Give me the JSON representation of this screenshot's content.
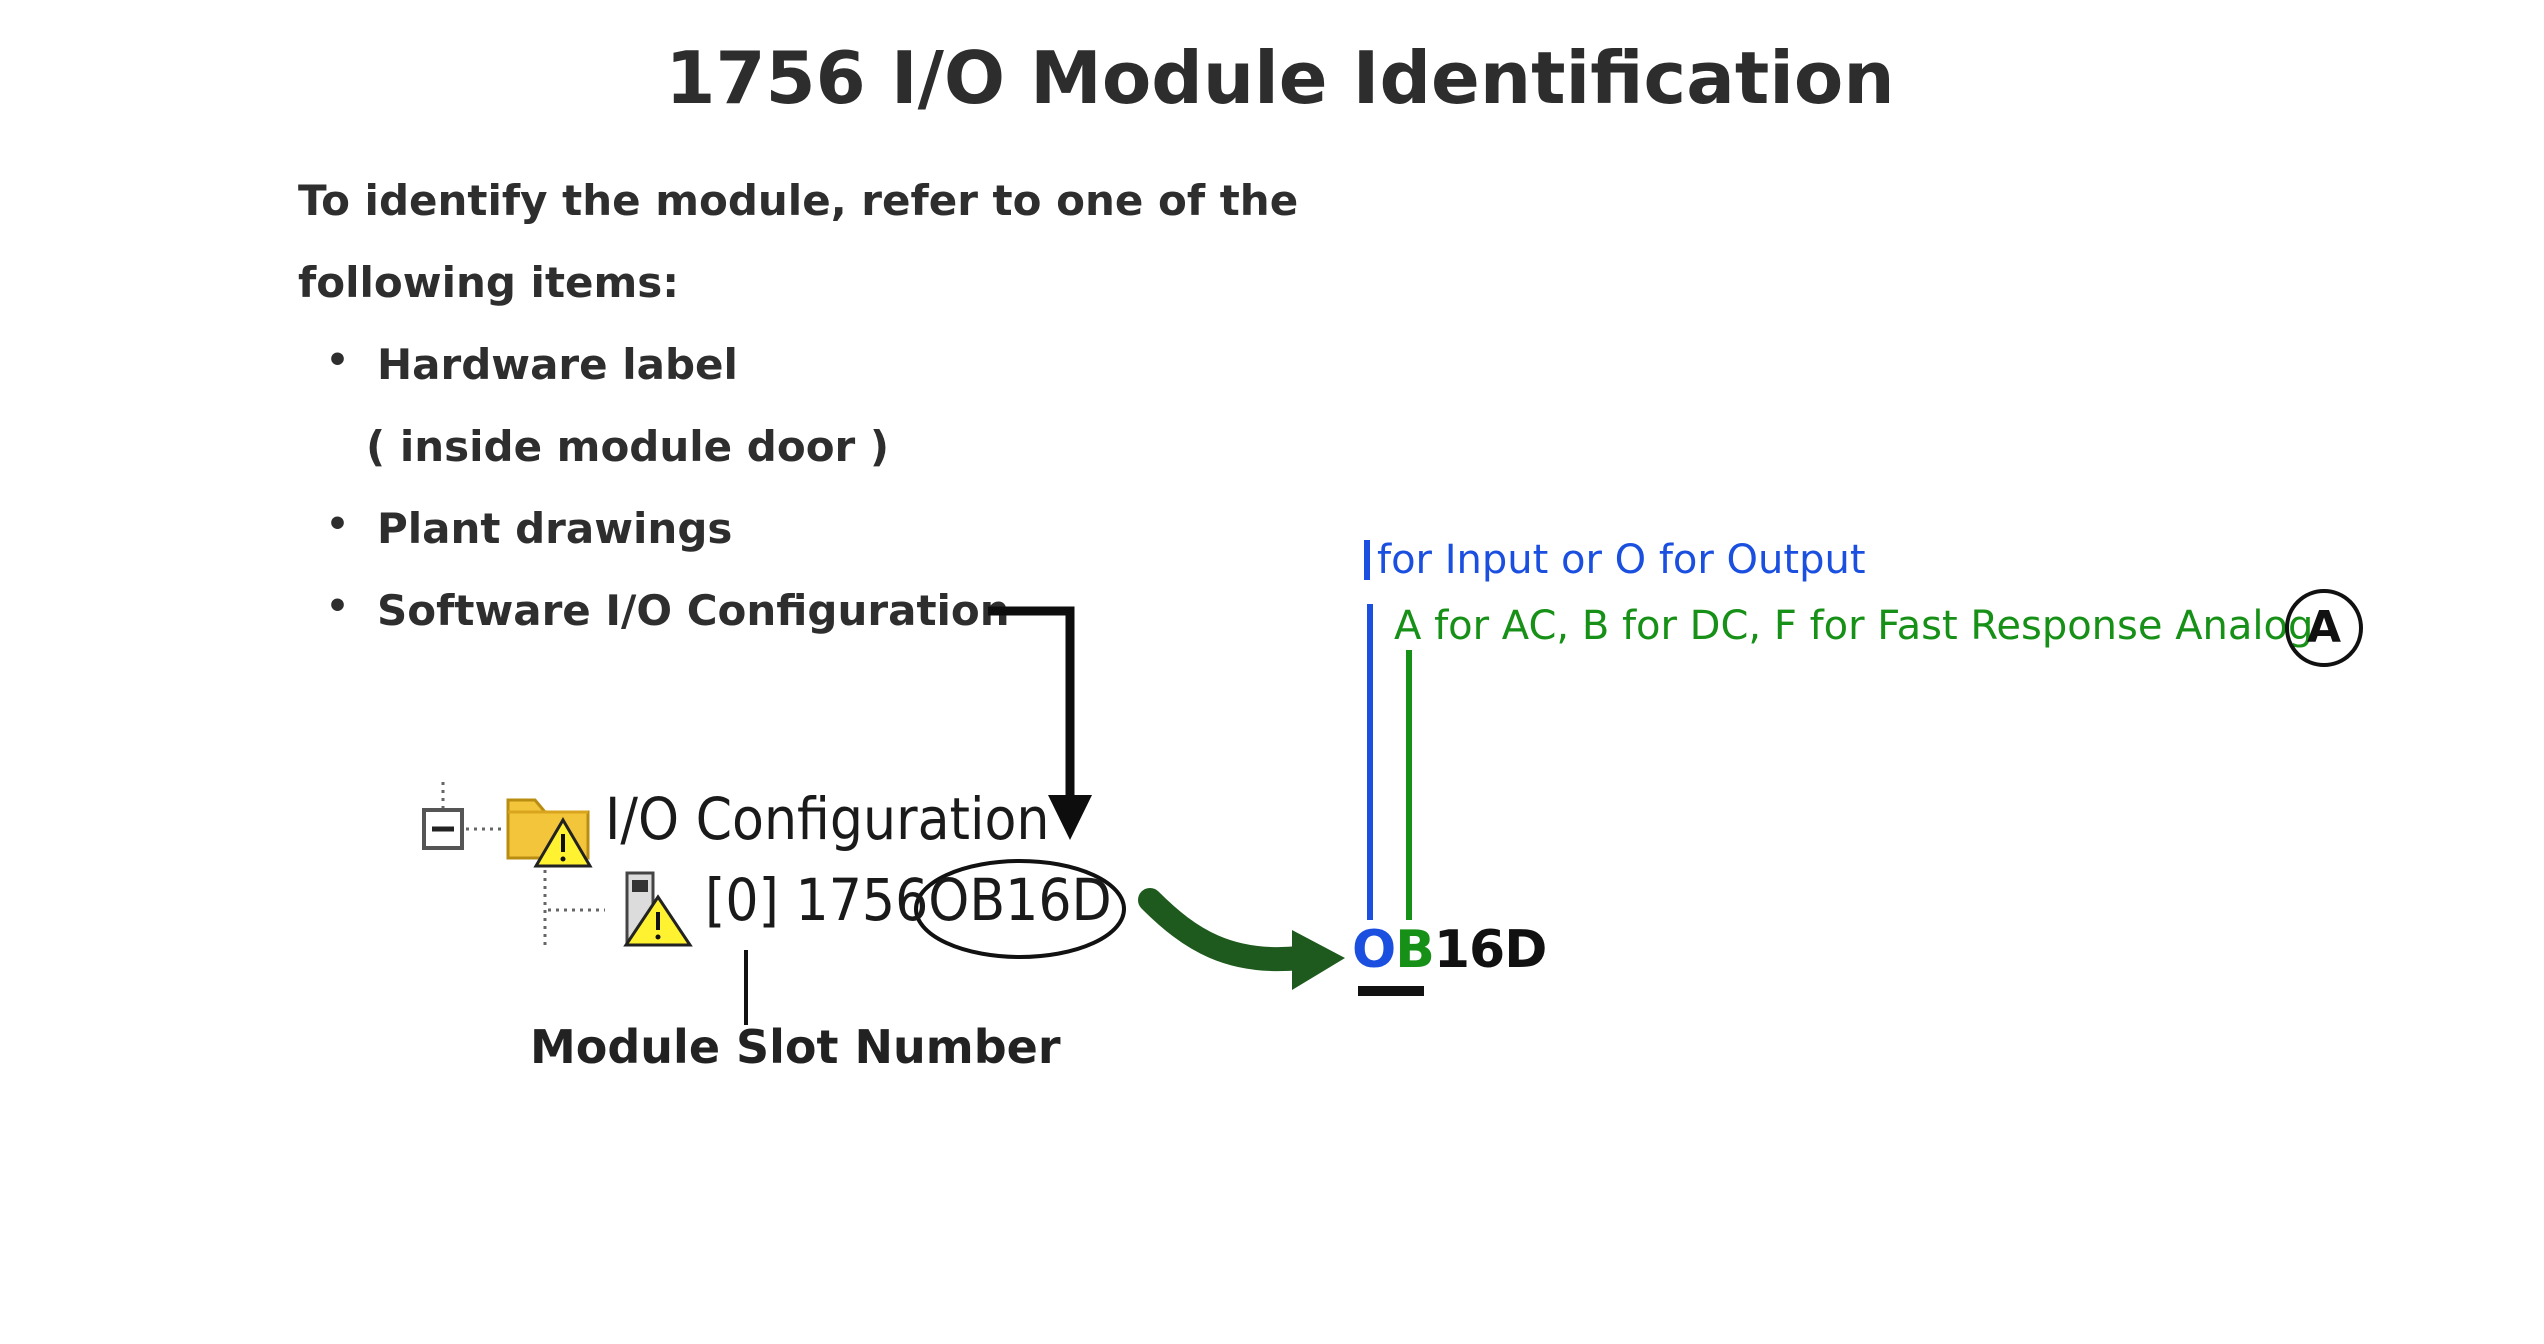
{
  "title": "1756 I/O Module Identification",
  "intro": {
    "line1": "To identify the module, refer to one of the",
    "line2": "following items:"
  },
  "bullets": [
    {
      "text": "Hardware label",
      "sub": "( inside module door )"
    },
    {
      "text": "Plant drawings"
    },
    {
      "text": "Software I/O Configuration"
    }
  ],
  "bullet_symbol": "•",
  "tree": {
    "root_label": "I/O Configuration",
    "module_slot": "[0]",
    "module_prefix": "1756",
    "module_code": "OB16D"
  },
  "slot_label": "Module Slot Number",
  "legend": {
    "io_text": "for Input or O for Output",
    "type_text": "A for AC, B for DC, F for Fast Response Analog",
    "callout": "A"
  },
  "code": {
    "o": "O",
    "b": "B",
    "rest": "16D"
  },
  "colors": {
    "input_output": "#1a4fe0",
    "type": "#179017",
    "arrow": "#1e5a1e",
    "folder": "#f3c53a"
  },
  "icons": [
    "tree-collapse-icon",
    "folder-warning-icon",
    "module-warning-icon",
    "callout-arrow-icon",
    "curved-arrow-icon"
  ]
}
